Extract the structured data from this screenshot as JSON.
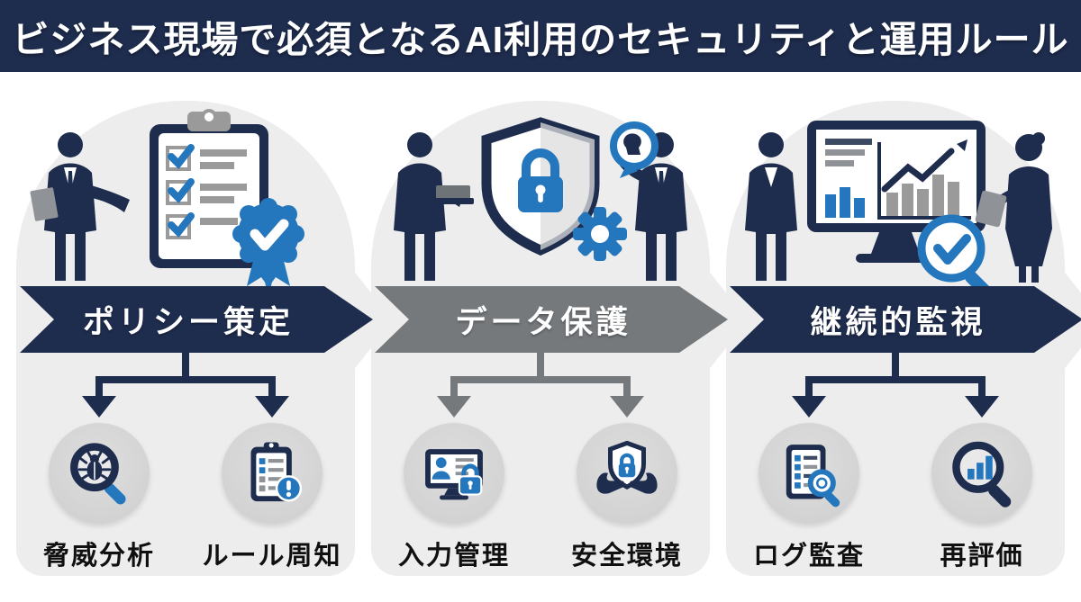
{
  "header": {
    "title": "ビジネス現場で必須となるAI利用のセキュリティと運用ルール"
  },
  "colors": {
    "navy": "#1e2c4e",
    "blue": "#2577bd",
    "banner_gray": "#75797c",
    "panel_gray": "#ededed",
    "circle_gray": "#d7d7d7",
    "text_black": "#101010",
    "white": "#ffffff"
  },
  "sections": [
    {
      "id": "policy",
      "banner": "ポリシー策定",
      "banner_color": "#1e2c4e",
      "illustration": "businessman-presenting-checklist-clipboard-with-approval-ribbon",
      "items": [
        {
          "label": "脅威分析",
          "icon": "bug-magnifier-icon"
        },
        {
          "label": "ルール周知",
          "icon": "clipboard-alert-icon"
        }
      ]
    },
    {
      "id": "data-protection",
      "banner": "データ保護",
      "banner_color": "#75797c",
      "illustration": "two-businessmen-shield-padlock-gear-chat-bubble",
      "items": [
        {
          "label": "入力管理",
          "icon": "monitor-user-lock-icon"
        },
        {
          "label": "安全環境",
          "icon": "hands-shield-lock-icon"
        }
      ]
    },
    {
      "id": "continuous-monitoring",
      "banner": "継続的監視",
      "banner_color": "#1e2c4e",
      "illustration": "monitor-analytics-check-magnifier-with-businessman-and-businesswoman",
      "items": [
        {
          "label": "ログ監査",
          "icon": "document-magnifier-icon"
        },
        {
          "label": "再評価",
          "icon": "chart-magnifier-icon"
        }
      ]
    }
  ]
}
